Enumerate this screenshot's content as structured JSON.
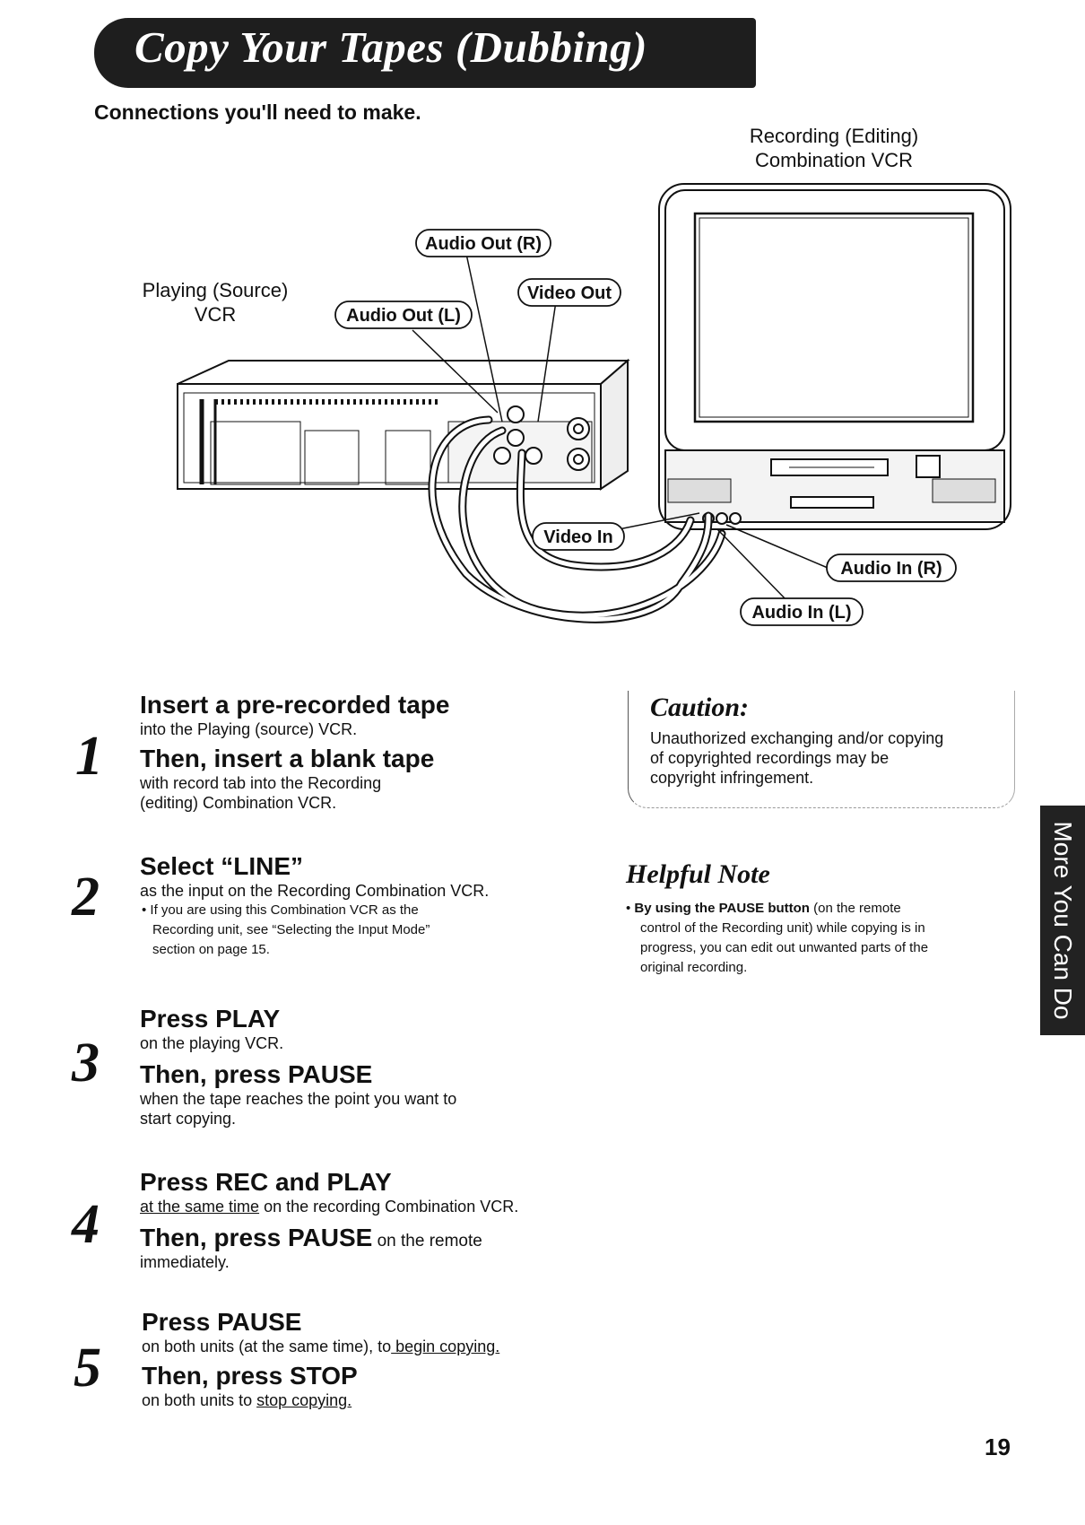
{
  "title": "Copy Your Tapes (Dubbing)",
  "subtitle": "Connections you'll need to make.",
  "diagram": {
    "recording_label": [
      "Recording (Editing)",
      "Combination VCR"
    ],
    "source_label": [
      "Playing (Source)",
      "VCR"
    ],
    "connectors": {
      "audio_out_r": "Audio Out (R)",
      "audio_out_l": "Audio Out (L)",
      "video_out": "Video Out",
      "video_in": "Video In",
      "audio_in_r": "Audio In (R)",
      "audio_in_l": "Audio In (L)"
    }
  },
  "steps": [
    {
      "number": "1",
      "h1": "Insert a pre-recorded tape",
      "t1": "into the Playing (source) VCR.",
      "h2": "Then, insert a blank tape",
      "t2a": "with record tab into the Recording",
      "t2b": "(editing) Combination VCR."
    },
    {
      "number": "2",
      "h1": "Select “LINE”",
      "t1": "as the input on the Recording Combination VCR.",
      "bullet": [
        "If you are using this Combination VCR as the",
        "Recording unit, see “Selecting the Input Mode”",
        "section on page 15."
      ]
    },
    {
      "number": "3",
      "h1": "Press PLAY",
      "t1": "on the playing VCR.",
      "h2": "Then, press PAUSE",
      "t2a": "when the tape reaches the point you want to",
      "t2b": "start copying."
    },
    {
      "number": "4",
      "h1": "Press REC and PLAY",
      "t1_underlined": "at the same time",
      "t1_rest": " on the recording Combination VCR.",
      "h2": "Then, press PAUSE",
      "h2_small": " on the remote",
      "t2a": "immediately."
    },
    {
      "number": "5",
      "h1": "Press PAUSE",
      "t1_a": "on both units (at the same time), to",
      "t1_underlined": " begin copying.",
      "h2": "Then, press STOP",
      "t2_a": "on both units to ",
      "t2_underlined": "stop copying."
    }
  ],
  "caution": {
    "title": "Caution:",
    "lines": [
      "Unauthorized exchanging and/or copying",
      "of copyrighted recordings may be",
      "copyright infringement."
    ]
  },
  "helpful_note": {
    "title": "Helpful Note",
    "bold": "By using the PAUSE button",
    "lines": [
      " (on the remote",
      "control of the Recording unit) while copying is in",
      "progress, you can edit out unwanted parts of the",
      "original recording."
    ]
  },
  "side_tab": "More You Can Do",
  "page_number": "19"
}
